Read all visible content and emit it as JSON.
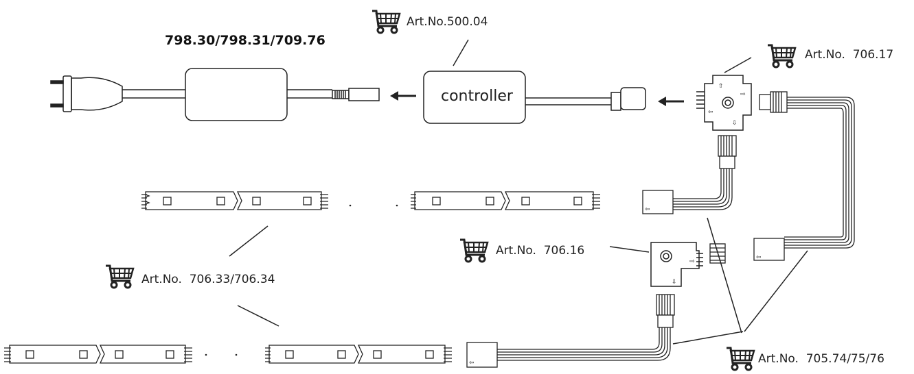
{
  "power_supply_label": "798.30/798.31/709.76",
  "controller_label": "controller",
  "carts": {
    "controller": {
      "label": "Art.No.500.04",
      "icon": "shopping-cart-icon"
    },
    "connector_cross": {
      "label": "Art.No.  706.17",
      "icon": "shopping-cart-icon"
    },
    "connector_corner": {
      "label": "Art.No.  706.16",
      "icon": "shopping-cart-icon"
    },
    "strips": {
      "label": "Art.No.  706.33/706.34",
      "icon": "shopping-cart-icon"
    },
    "cables": {
      "label": "Art.No.  705.74/75/76",
      "icon": "shopping-cart-icon"
    }
  },
  "colors": {
    "line": "#222222",
    "background": "#ffffff"
  }
}
